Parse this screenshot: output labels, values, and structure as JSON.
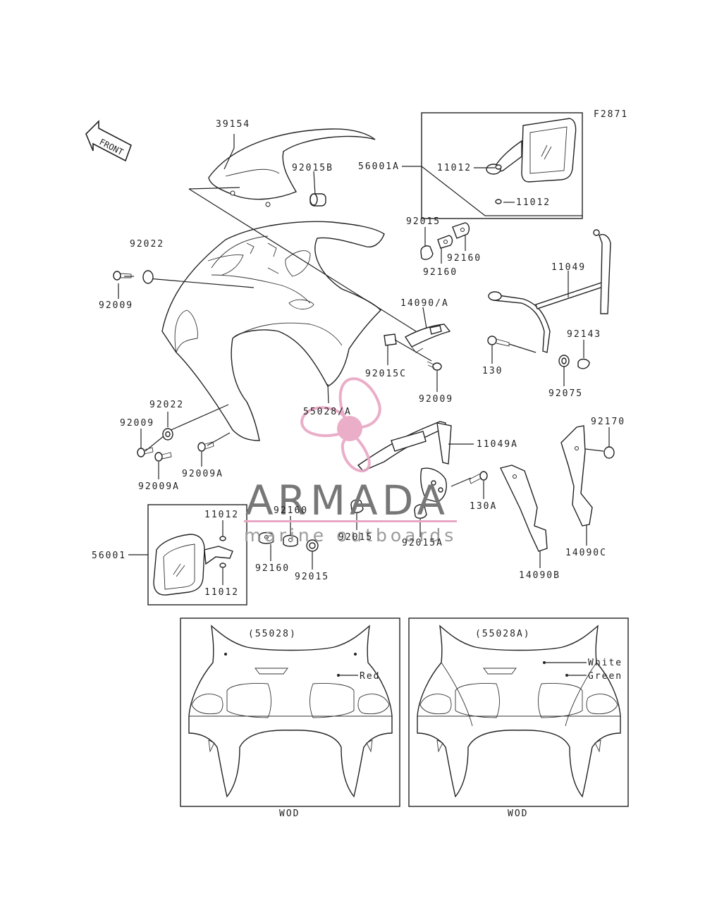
{
  "figure_code": "F2871",
  "front_arrow": "FRONT",
  "watermark": {
    "brand": "ARMADA",
    "tagline": "marine outboards",
    "accent_color": "#e8a6c4",
    "text_color": "#777777"
  },
  "labels": {
    "p39154": "39154",
    "p92015B": "92015B",
    "p56001A": "56001A",
    "p11012_a": "11012",
    "p11012_b": "11012",
    "p92022_a": "92022",
    "p92009_a": "92009",
    "p92015_a": "92015",
    "p92160_a": "92160",
    "p92160_b": "92160",
    "p11049": "11049",
    "p14090A": "14090/A",
    "p92015C": "92015C",
    "p92009_b": "92009",
    "p130": "130",
    "p92143": "92143",
    "p92075": "92075",
    "p55028A": "55028/A",
    "p92022_b": "92022",
    "p92009_c": "92009",
    "p92009A_a": "92009A",
    "p92009A_b": "92009A",
    "p11049A": "11049A",
    "p92170": "92170",
    "p130A": "130A",
    "p14090C": "14090C",
    "p14090B": "14090B",
    "p11012_c": "11012",
    "p11012_d": "11012",
    "p92160_c": "92160",
    "p92160_d": "92160",
    "p92015_b": "92015",
    "p92015_c": "92015",
    "p92015A": "92015A",
    "p56001": "56001"
  },
  "variants": [
    {
      "code": "(55028)",
      "colors": [
        "Red"
      ],
      "footer": "WOD"
    },
    {
      "code": "(55028A)",
      "colors": [
        "White",
        "Green"
      ],
      "footer": "WOD"
    }
  ]
}
